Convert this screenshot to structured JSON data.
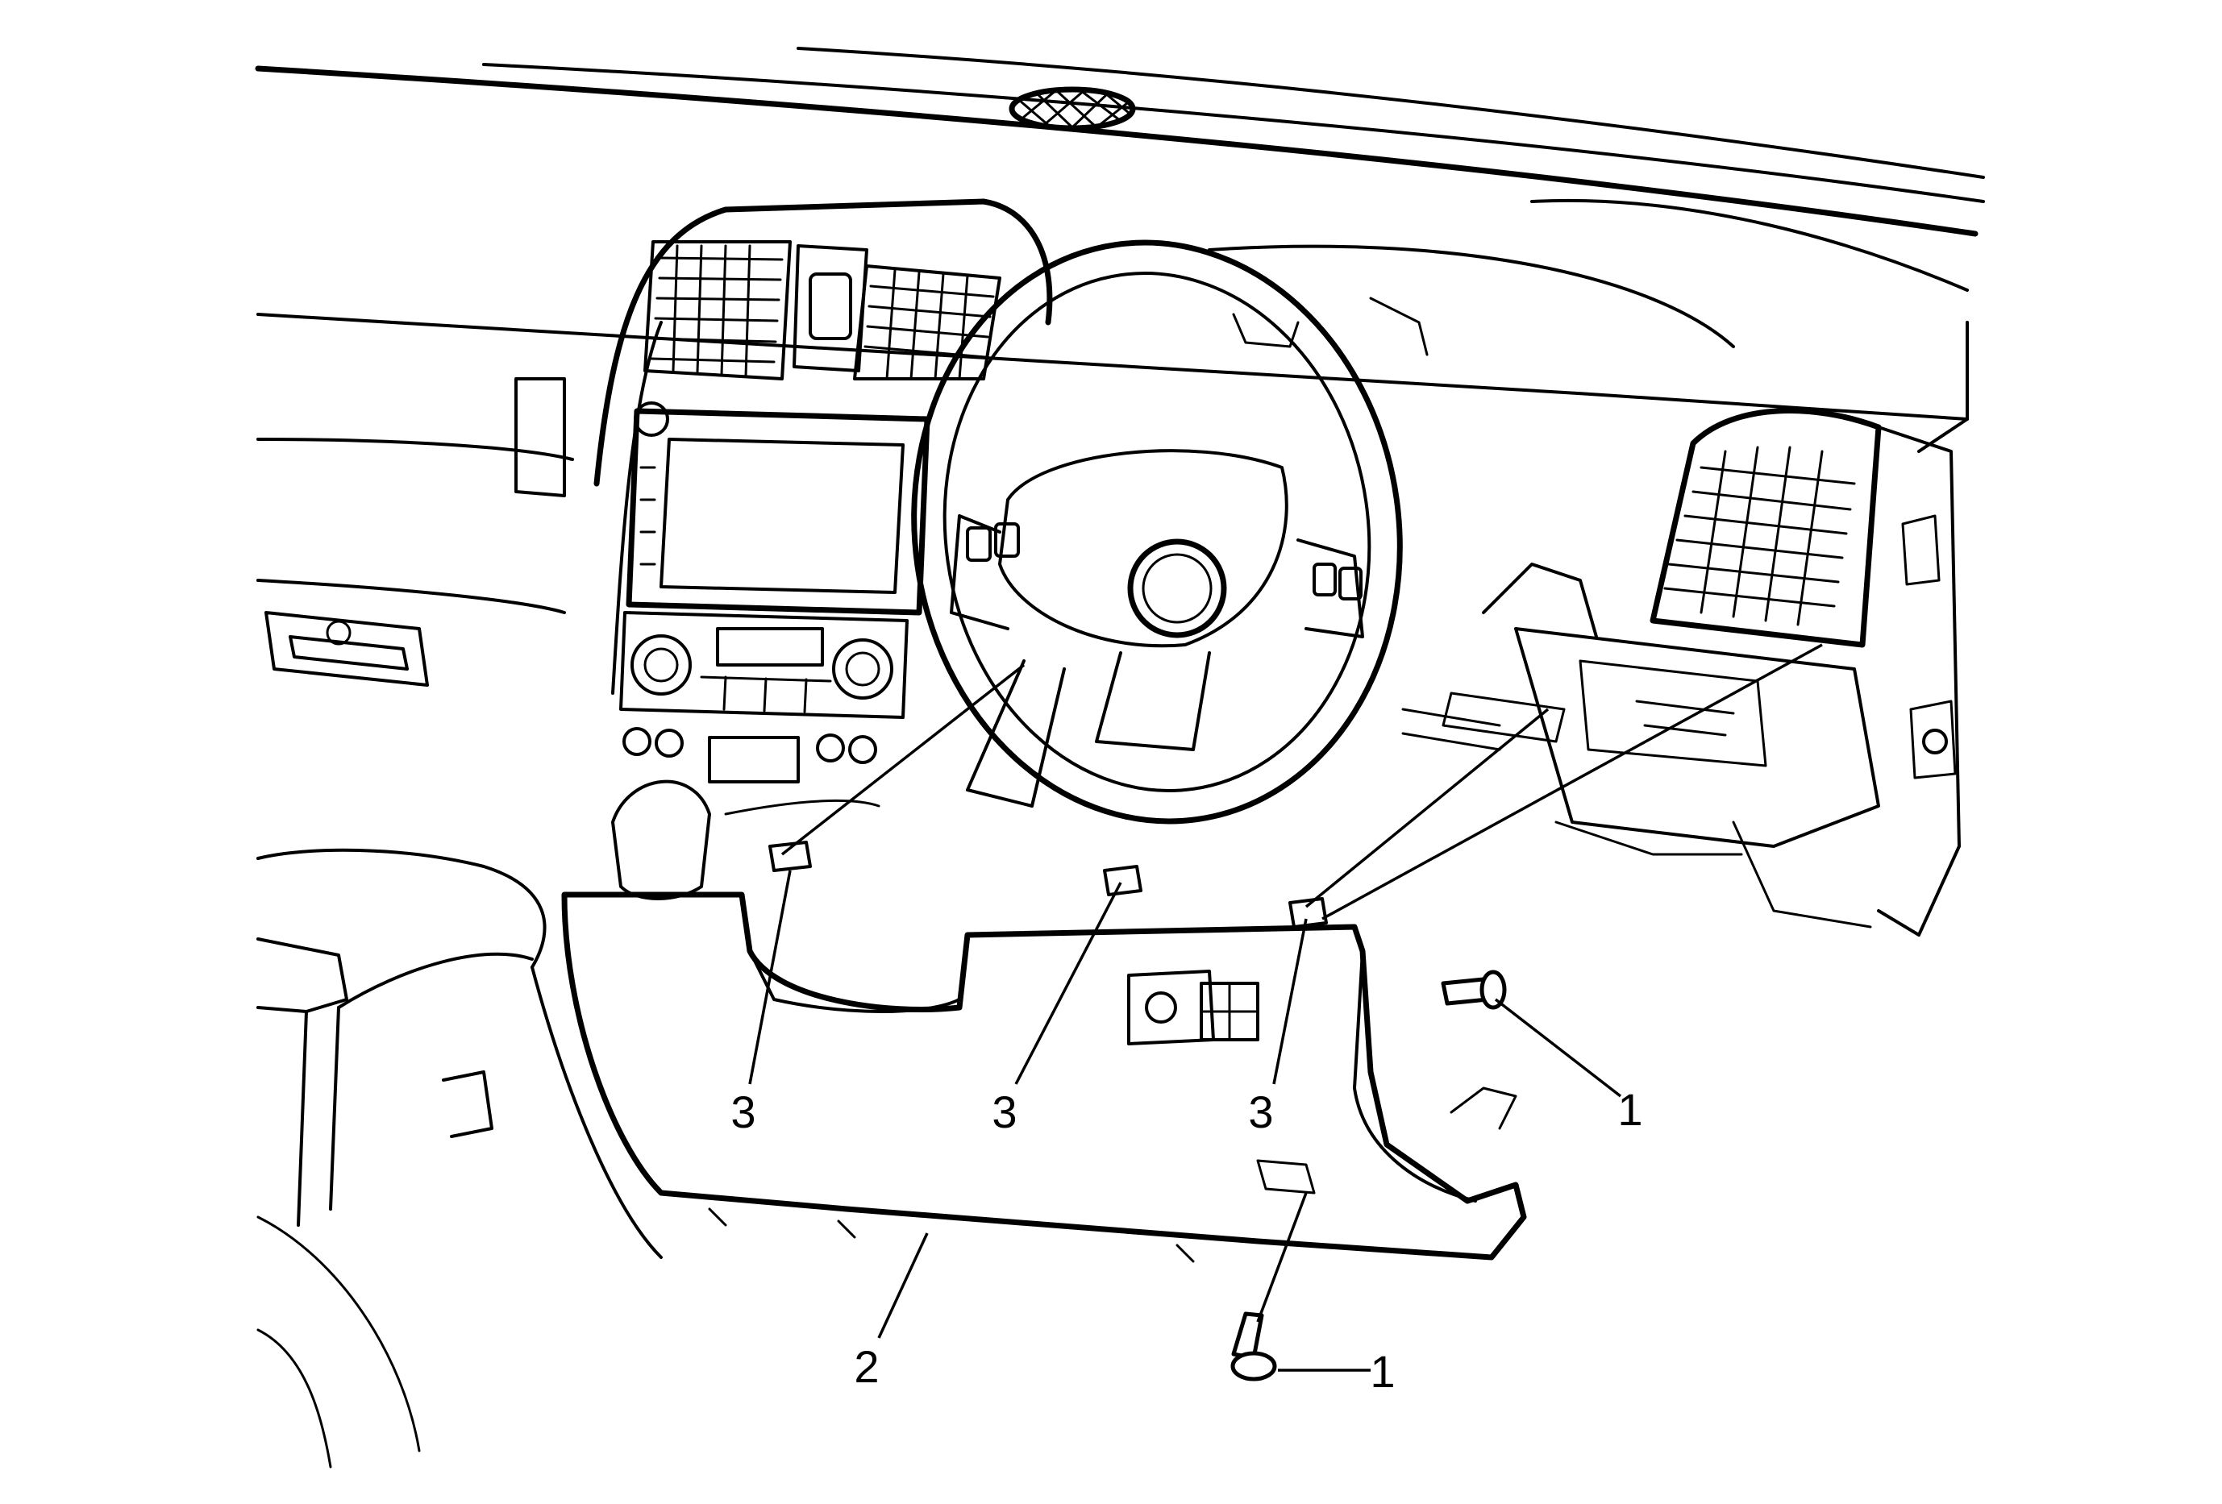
{
  "diagram": {
    "callouts": [
      {
        "id": "c1a",
        "text": "1"
      },
      {
        "id": "c1b",
        "text": "1"
      },
      {
        "id": "c2",
        "text": "2"
      },
      {
        "id": "c3a",
        "text": "3"
      },
      {
        "id": "c3b",
        "text": "3"
      },
      {
        "id": "c3c",
        "text": "3"
      }
    ]
  }
}
